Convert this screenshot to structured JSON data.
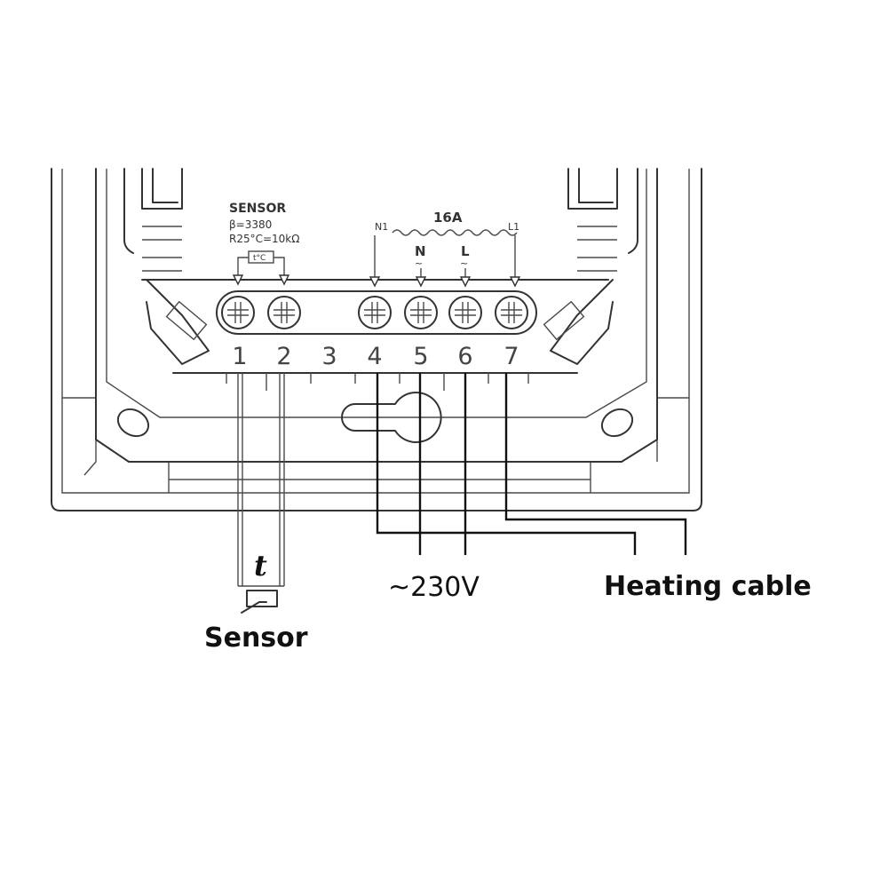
{
  "sensor_block": {
    "title": "SENSOR",
    "beta": "β=3380",
    "resistance": "R25°C=10kΩ",
    "temp_symbol": "t°C"
  },
  "supply_block": {
    "n1": "N1",
    "current": "16A",
    "l1": "L1",
    "n": "N",
    "l": "L"
  },
  "terminals": [
    "1",
    "2",
    "3",
    "4",
    "5",
    "6",
    "7"
  ],
  "labels": {
    "sensor": "Sensor",
    "sensor_symbol": "t",
    "voltage": "~230V",
    "heating_cable": "Heating cable"
  }
}
